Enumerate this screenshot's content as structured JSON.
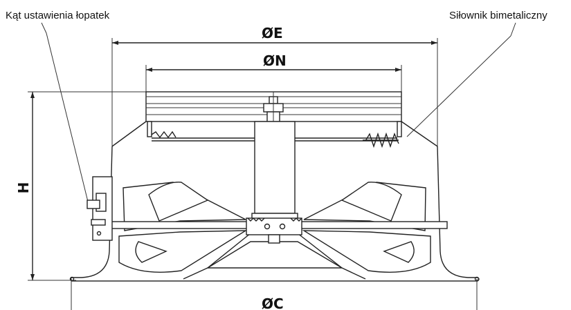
{
  "labels": {
    "blade_angle": "Kąt ustawienia łopatek",
    "bimetal_actuator": "Siłownik bimetaliczny"
  },
  "dimensions": {
    "outer_diameter": "ØE",
    "inner_diameter": "ØN",
    "base_diameter": "ØC",
    "height": "H"
  }
}
